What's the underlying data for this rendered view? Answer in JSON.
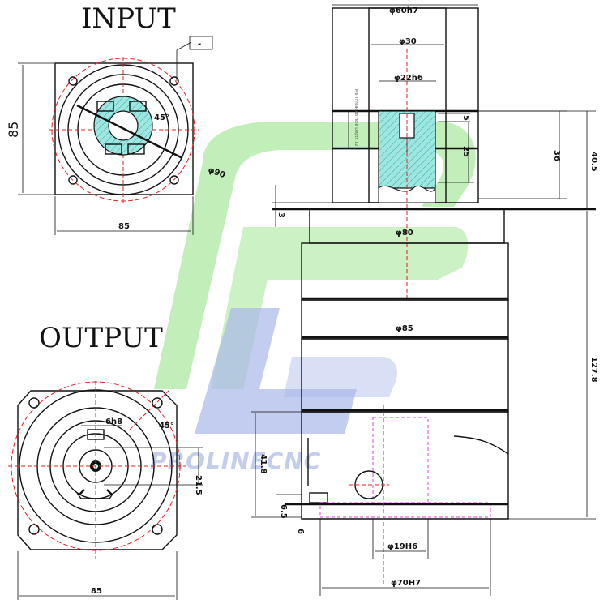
{
  "titles": {
    "input": "INPUT",
    "output": "OUTPUT"
  },
  "watermark": {
    "text": "PROLINECNC",
    "logo_green": "#8fe07f",
    "logo_blue": "#aab8e8"
  },
  "input_view": {
    "height_dim": "85",
    "width_dim": "85",
    "angle": "45°",
    "pcd": "φ90",
    "callout": "-"
  },
  "output_view": {
    "width_dim": "85",
    "key_width": "6h8",
    "key_height": "21.5",
    "angle": "45°"
  },
  "side_view": {
    "d_pilot": "φ60h7",
    "d_shaft_bore": "φ30",
    "d_motor_shaft": "φ22h6",
    "len_5": "5",
    "len_25": "25",
    "len_36": "36",
    "len_40_5": "40.5",
    "len_3": "3",
    "d_80": "φ80",
    "d_85": "φ85",
    "len_127_8": "127.8",
    "len_41_8": "41.8",
    "len_6_5": "6.5",
    "len_6": "6",
    "d_19": "φ19H6",
    "d_70": "φ70H7",
    "note": "M6 Threaded Hole Depth 12"
  },
  "colors": {
    "line": "#111111",
    "center_line": "#e02020",
    "hidden": "#e040e0",
    "section_fill": "#8fe0e0"
  }
}
